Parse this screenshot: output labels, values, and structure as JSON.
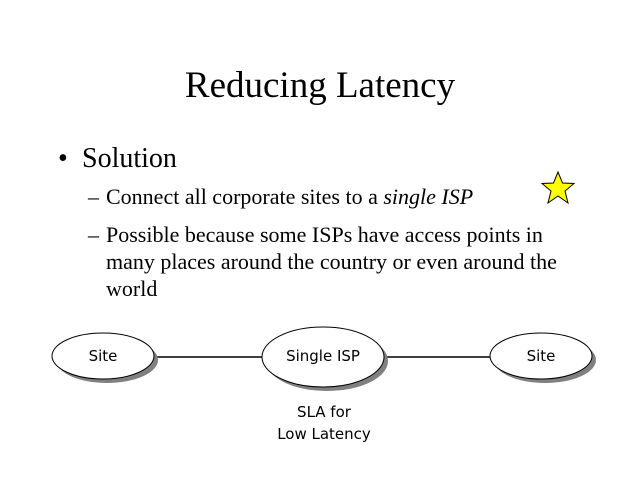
{
  "title": "Reducing Latency",
  "bullet": {
    "label": "Solution",
    "subitems": [
      {
        "text_plain": "Connect all corporate sites to a ",
        "text_italic": "single ISP"
      },
      {
        "text_plain": "Possible because some ISPs have access points in many places around the country or even around the world"
      }
    ]
  },
  "icons": {
    "star": "star-icon",
    "star_color": "#FFFF00"
  },
  "diagram": {
    "nodes": [
      "Site",
      "Single ISP",
      "Site"
    ],
    "caption_line1": "SLA for",
    "caption_line2": "Low Latency"
  }
}
